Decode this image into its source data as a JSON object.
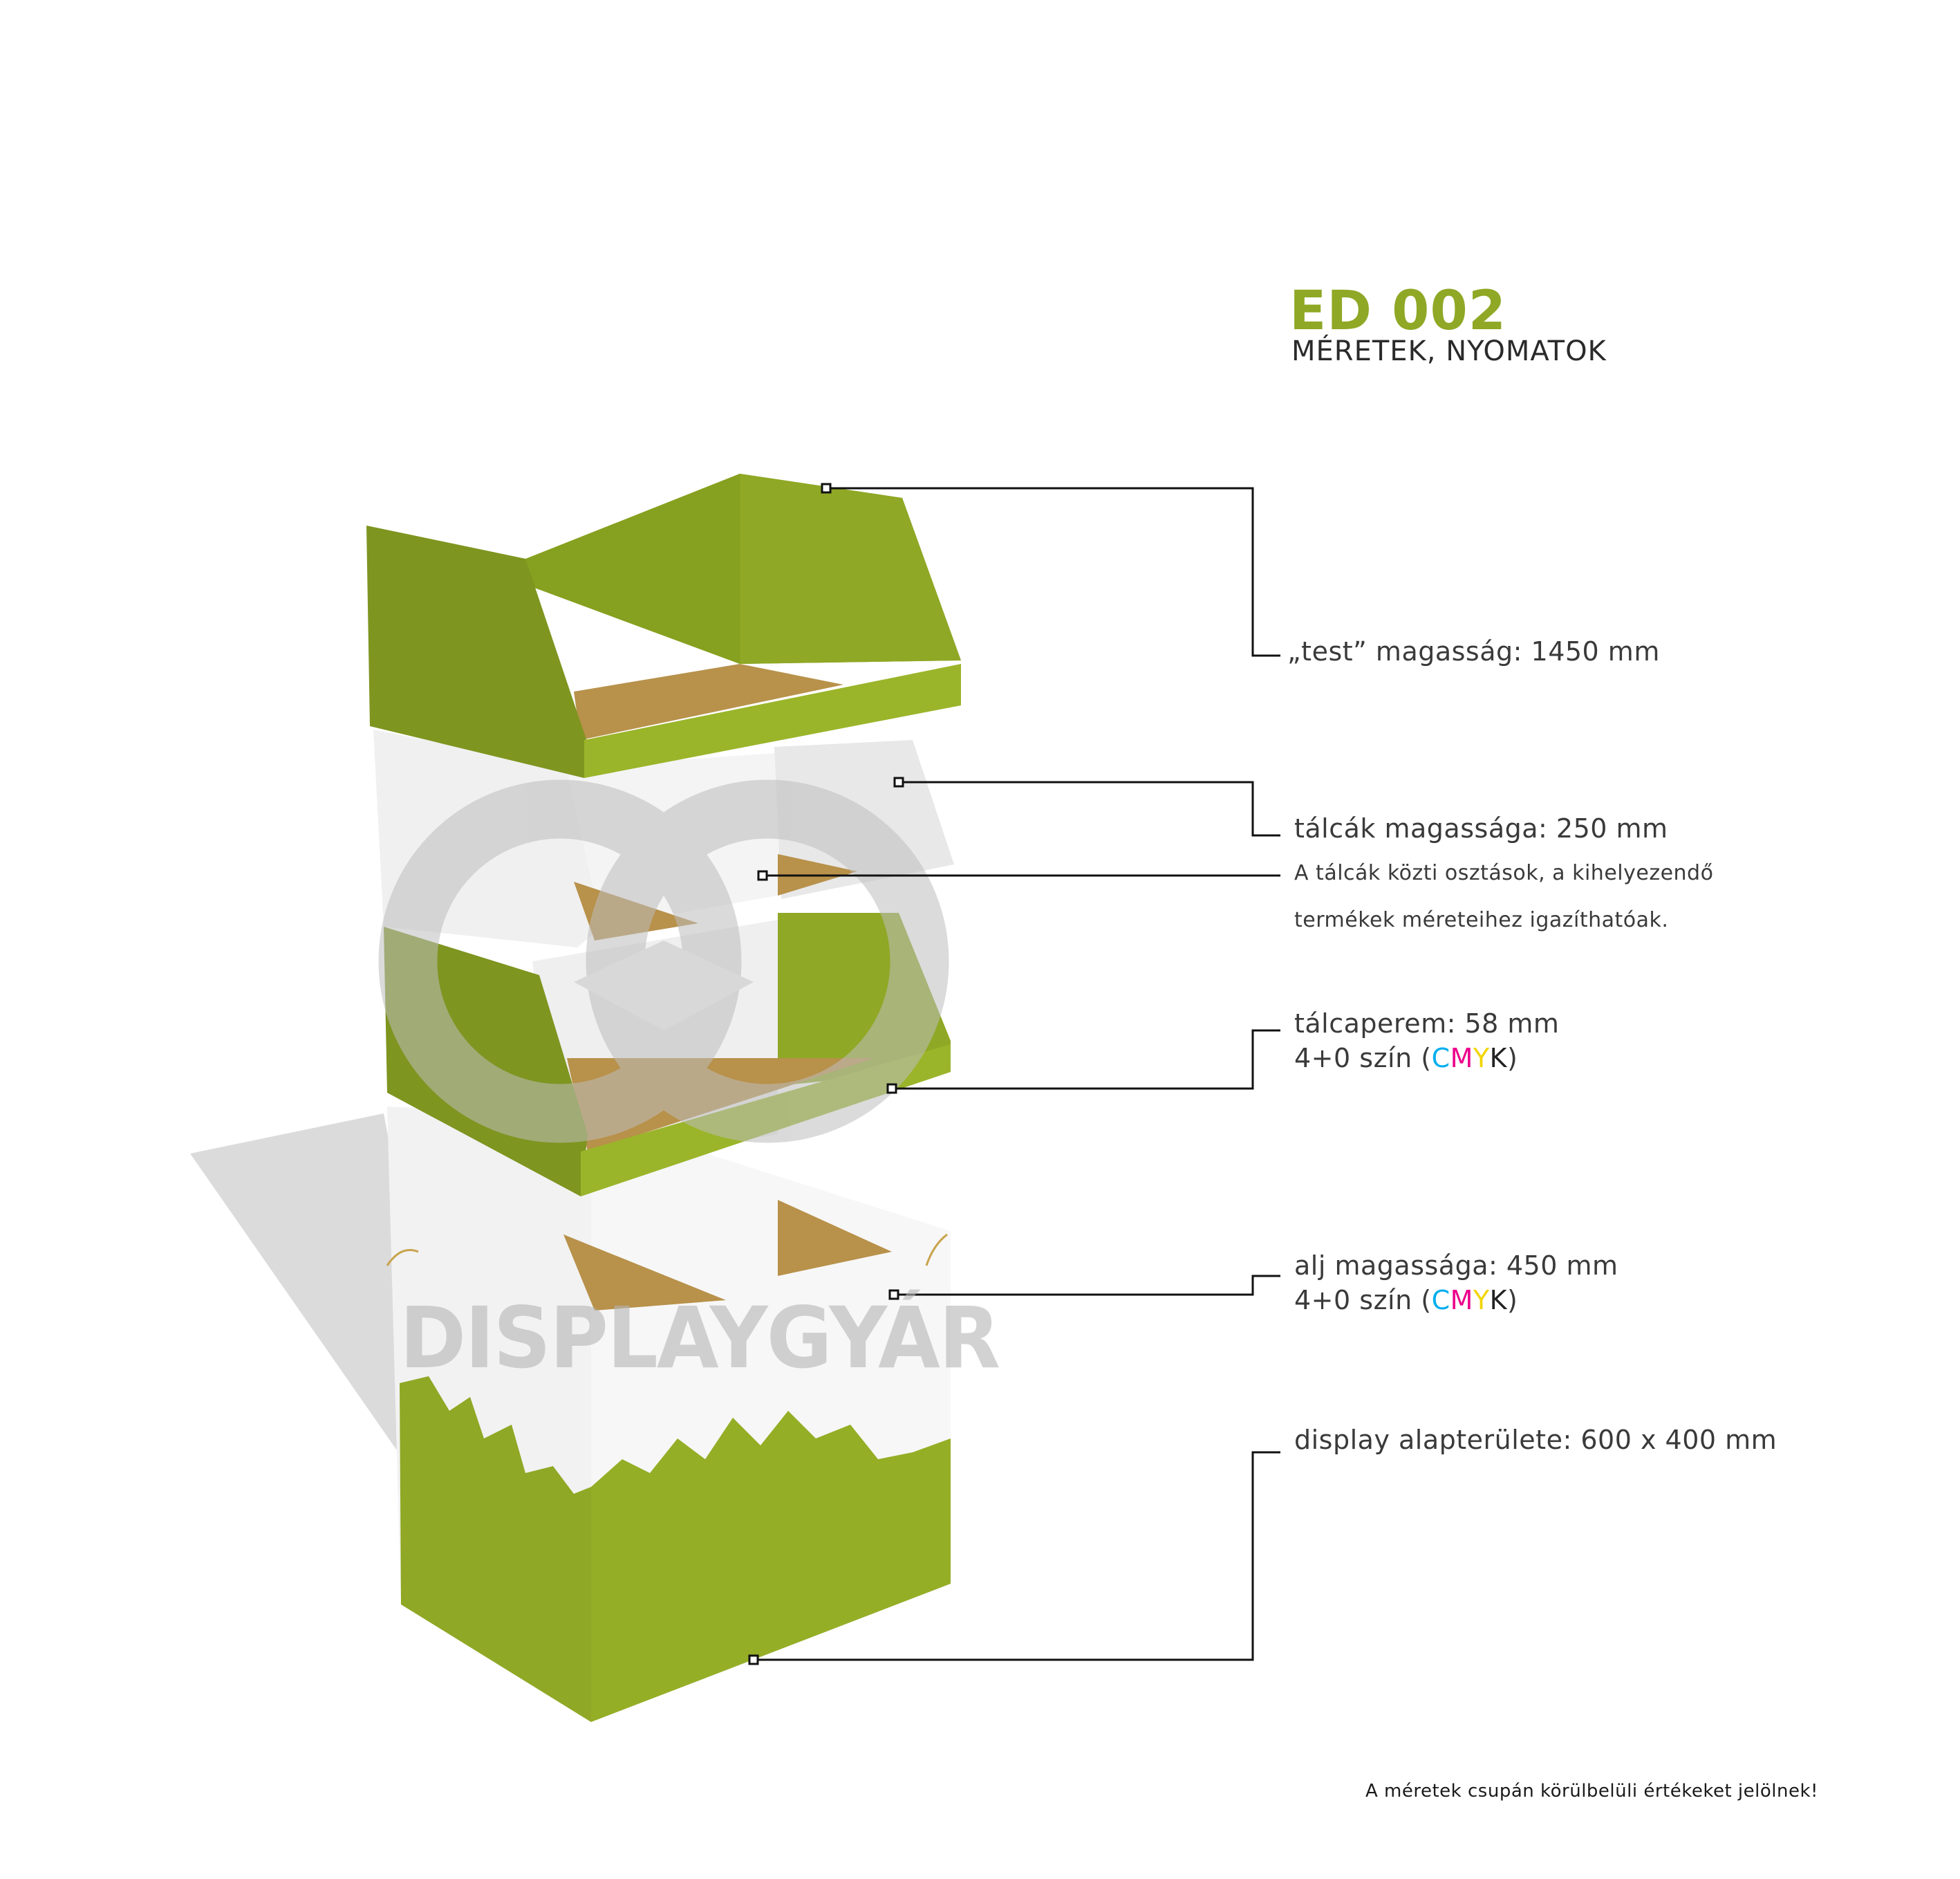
{
  "header": {
    "title": "ED 002",
    "subtitle": "MÉRETEK, NYOMATOK",
    "title_color": "#8fa825"
  },
  "callouts": {
    "body_height": "„test” magasság: 1450 mm",
    "tray_height": "tálcák magassága: 250 mm",
    "tray_note_line1": "A tálcák közti osztások, a kihelyezendő",
    "tray_note_line2": "termékek méreteihez igazíthatóak.",
    "tray_rim": "tálcaperem: 58 mm",
    "tray_rim_print_prefix": "4+0 szín (",
    "base_height": "alj magassága: 450 mm",
    "base_print_prefix": "4+0 szín (",
    "cmyk_c": "C",
    "cmyk_m": "M",
    "cmyk_y": "Y",
    "cmyk_k": "K",
    "cmyk_suffix": ")",
    "footprint": "display alapterülete: 600 x 400 mm"
  },
  "watermark": "DISPLAYGYÁR",
  "footer": {
    "disclaimer": "A méretek csupán körülbelüli értékeket jelölnek!"
  },
  "colors": {
    "green": "#8fa825",
    "green_dark": "#7e9520",
    "green_light": "#9ab52a",
    "kraft": "#b8914a",
    "cyan": "#00aeef",
    "magenta": "#ec008c",
    "yellow": "#f2d500",
    "black": "#222222"
  }
}
